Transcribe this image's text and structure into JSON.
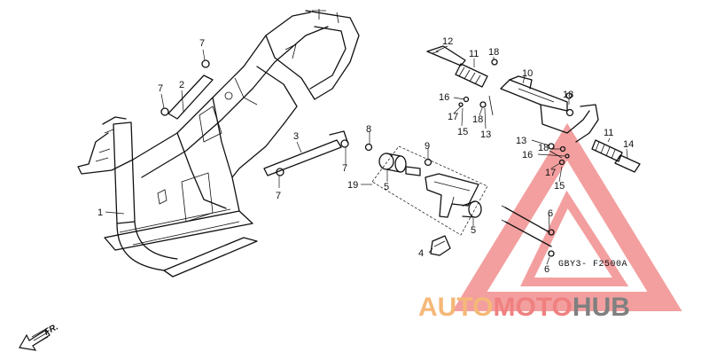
{
  "diagram_code": "GBY3- F2500A",
  "direction_label": "FR.",
  "watermark": {
    "part1": "AUTO",
    "part2": "MOTO",
    "part3": "HUB",
    "color_part1": "#f5b878",
    "color_part2": "#f08080",
    "color_part3": "#808080",
    "triangle_color": "#f08080"
  },
  "callouts": {
    "c1": "1",
    "c2": "2",
    "c3": "3",
    "c4": "4",
    "c5a": "5",
    "c5b": "5",
    "c6a": "6",
    "c6b": "6",
    "c7a": "7",
    "c7b": "7",
    "c7c": "7",
    "c7d": "7",
    "c8": "8",
    "c9": "9",
    "c10": "10",
    "c11a": "11",
    "c11b": "11",
    "c12": "12",
    "c13a": "13",
    "c13b": "13",
    "c14": "14",
    "c15a": "15",
    "c15b": "15",
    "c16a": "16",
    "c16b": "16",
    "c17a": "17",
    "c17b": "17",
    "c18a": "18",
    "c18b": "18",
    "c18c": "18",
    "c18d": "18",
    "c19": "19"
  }
}
